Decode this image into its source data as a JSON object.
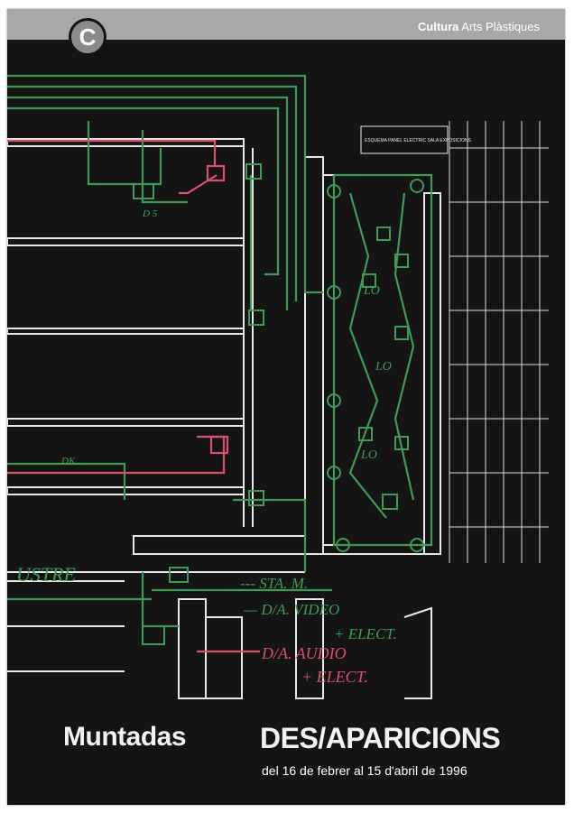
{
  "header": {
    "badge_letter": "C",
    "brand_bold": "Cultura",
    "brand_rest": " Arts Plàstiques"
  },
  "plan": {
    "legend_box": "ESQUEMA PANEL ELECTRIC SALA EXPOSICIONS",
    "handwritten": {
      "d5": "D 5",
      "ustre": "USTRE",
      "sta": "--- STA. M.",
      "video": "— D/A. VIDEO",
      "elect1": "+ ELECT.",
      "audio": "D/A. AUDIO",
      "elect2": "+ ELECT.",
      "lo": "LO",
      "dk": "DK"
    },
    "colors": {
      "background": "#141414",
      "lines": "#e8e8e8",
      "green_marker": "#3f9a56",
      "red_marker": "#d9506a"
    }
  },
  "footer": {
    "artist": "Muntadas",
    "title": "DES/APARICIONS",
    "dates": "del 16 de febrer al 15 d'abril de 1996"
  }
}
